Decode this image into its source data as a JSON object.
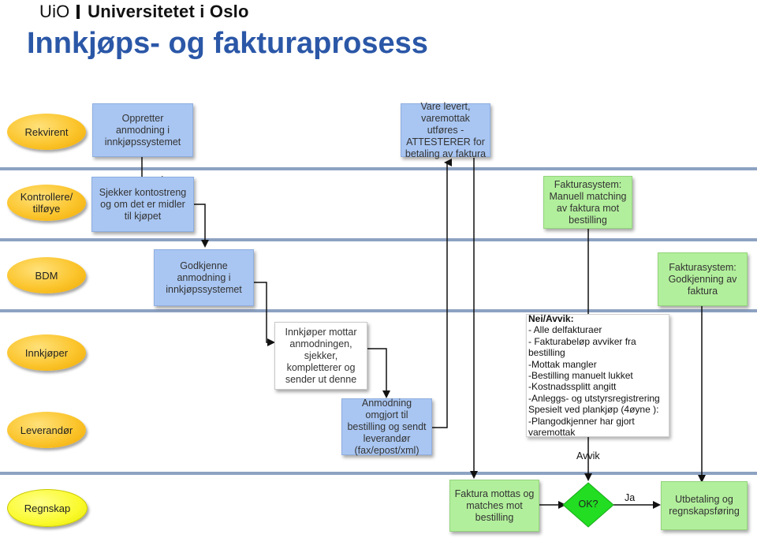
{
  "header": {
    "logo_uio": "UiO",
    "logo_name": "Universitetet i Oslo",
    "title": "Innkjøps- og fakturaprosess"
  },
  "lanes": [
    {
      "label": "Rekvirent"
    },
    {
      "label": "Kontrollere/ tilføye"
    },
    {
      "label": "BDM"
    },
    {
      "label": "Innkjøper"
    },
    {
      "label": "Leverandør"
    },
    {
      "label": "Regnskap"
    }
  ],
  "steps": {
    "opprett": "Oppretter anmodning i innkjøpssystemet",
    "vare_levert": "Vare levert, varemottak utføres - ATTESTERER for betaling av faktura",
    "sjekker": "Sjekker kontostreng og om det er midler til kjøpet",
    "manuell_matching": "Fakturasystem: Manuell matching av faktura mot bestilling",
    "godkjenne": "Godkjenne anmodning i innkjøpssystemet",
    "godkjenning_faktura": "Fakturasystem: Godkjenning av faktura",
    "innkjoper_mottar": "Innkjøper mottar anmodningen, sjekker, kompletterer og sender ut denne",
    "anmodning_omgjort": "Anmodning omgjort til bestilling og sendt leverandør (fax/epost/xml)",
    "faktura_mottas": "Faktura mottas og matches mot bestilling",
    "ok": "OK?",
    "utbetaling": "Utbetaling og regnskapsføring"
  },
  "note": {
    "heading": "Nei/Avvik:",
    "lines": [
      "- Alle delfakturaer",
      "- Fakturabeløp avviker fra",
      "bestilling",
      "-Mottak mangler",
      "-Bestilling manuelt lukket",
      "-Kostnadssplitt angitt",
      "-Anleggs- og utstyrsregistrering",
      "Spesielt ved plankjøp (4øyne ):",
      "-Plangodkjenner har gjort",
      "varemottak"
    ]
  },
  "edge_labels": {
    "avvik": "Avvik",
    "ja": "Ja"
  },
  "colors": {
    "title": "#2b57a7",
    "lane_line": "#8da2c2",
    "blue_box": "#a9c6f2",
    "green_box": "#b2ef9c",
    "orange_oval": "#fbc52d",
    "yellow_oval": "#fafa2e",
    "decision": "#22dd22"
  }
}
